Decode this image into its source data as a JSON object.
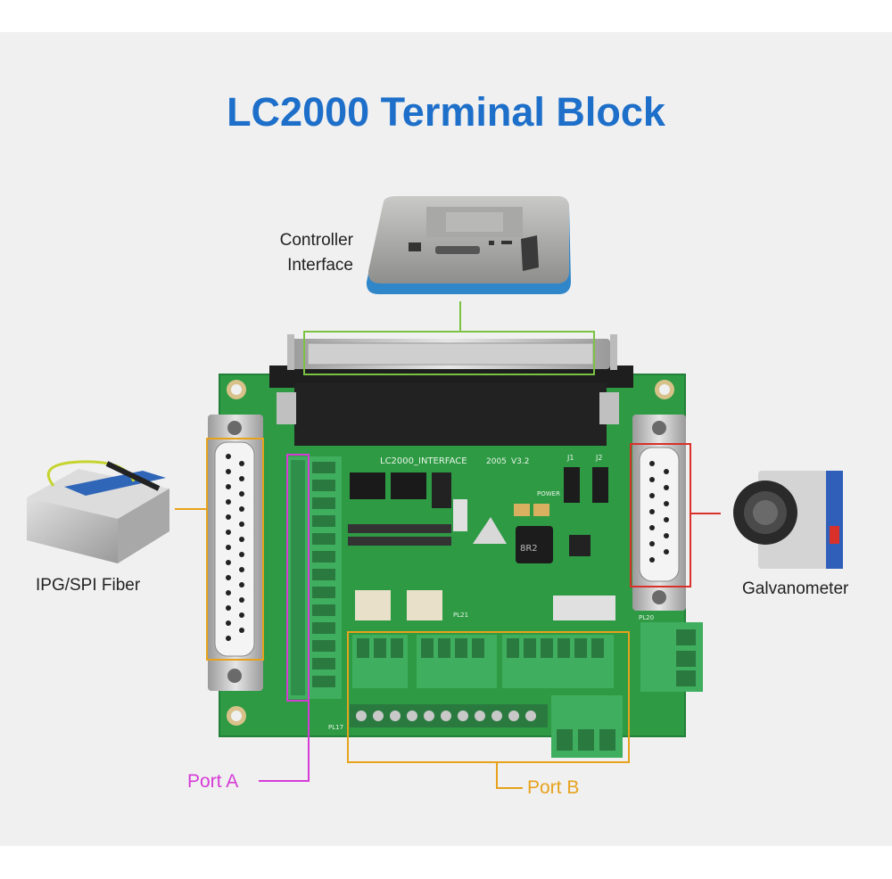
{
  "title": "LC2000 Terminal Block",
  "labels": {
    "controller_line1": "Controller",
    "controller_line2": "Interface",
    "fiber": "IPG/SPI Fiber",
    "galvanometer": "Galvanometer",
    "port_a": "Port A",
    "port_b": "Port B"
  },
  "board_silkscreen": {
    "name": "LC2000_INTERFACE",
    "date": "2005",
    "version": "V3.2",
    "j1": "J1",
    "j2": "J2",
    "power": "POWER",
    "ic": "8R2",
    "pl17": "PL17",
    "pl20": "PL20",
    "pl21": "PL21"
  },
  "colors": {
    "title": "#1d6fc9",
    "port_a": "#d63bd6",
    "port_b": "#e7a21c",
    "fiber_line": "#e7a21c",
    "galvo_line": "#d9302a",
    "controller_line": "#7cc242",
    "board": "#2e9a44",
    "terminal": "#3fae5e"
  },
  "icons": {
    "controller": "handheld-controller-icon",
    "fiber": "fiber-laser-module-icon",
    "galvanometer": "galvo-scanner-head-icon"
  }
}
